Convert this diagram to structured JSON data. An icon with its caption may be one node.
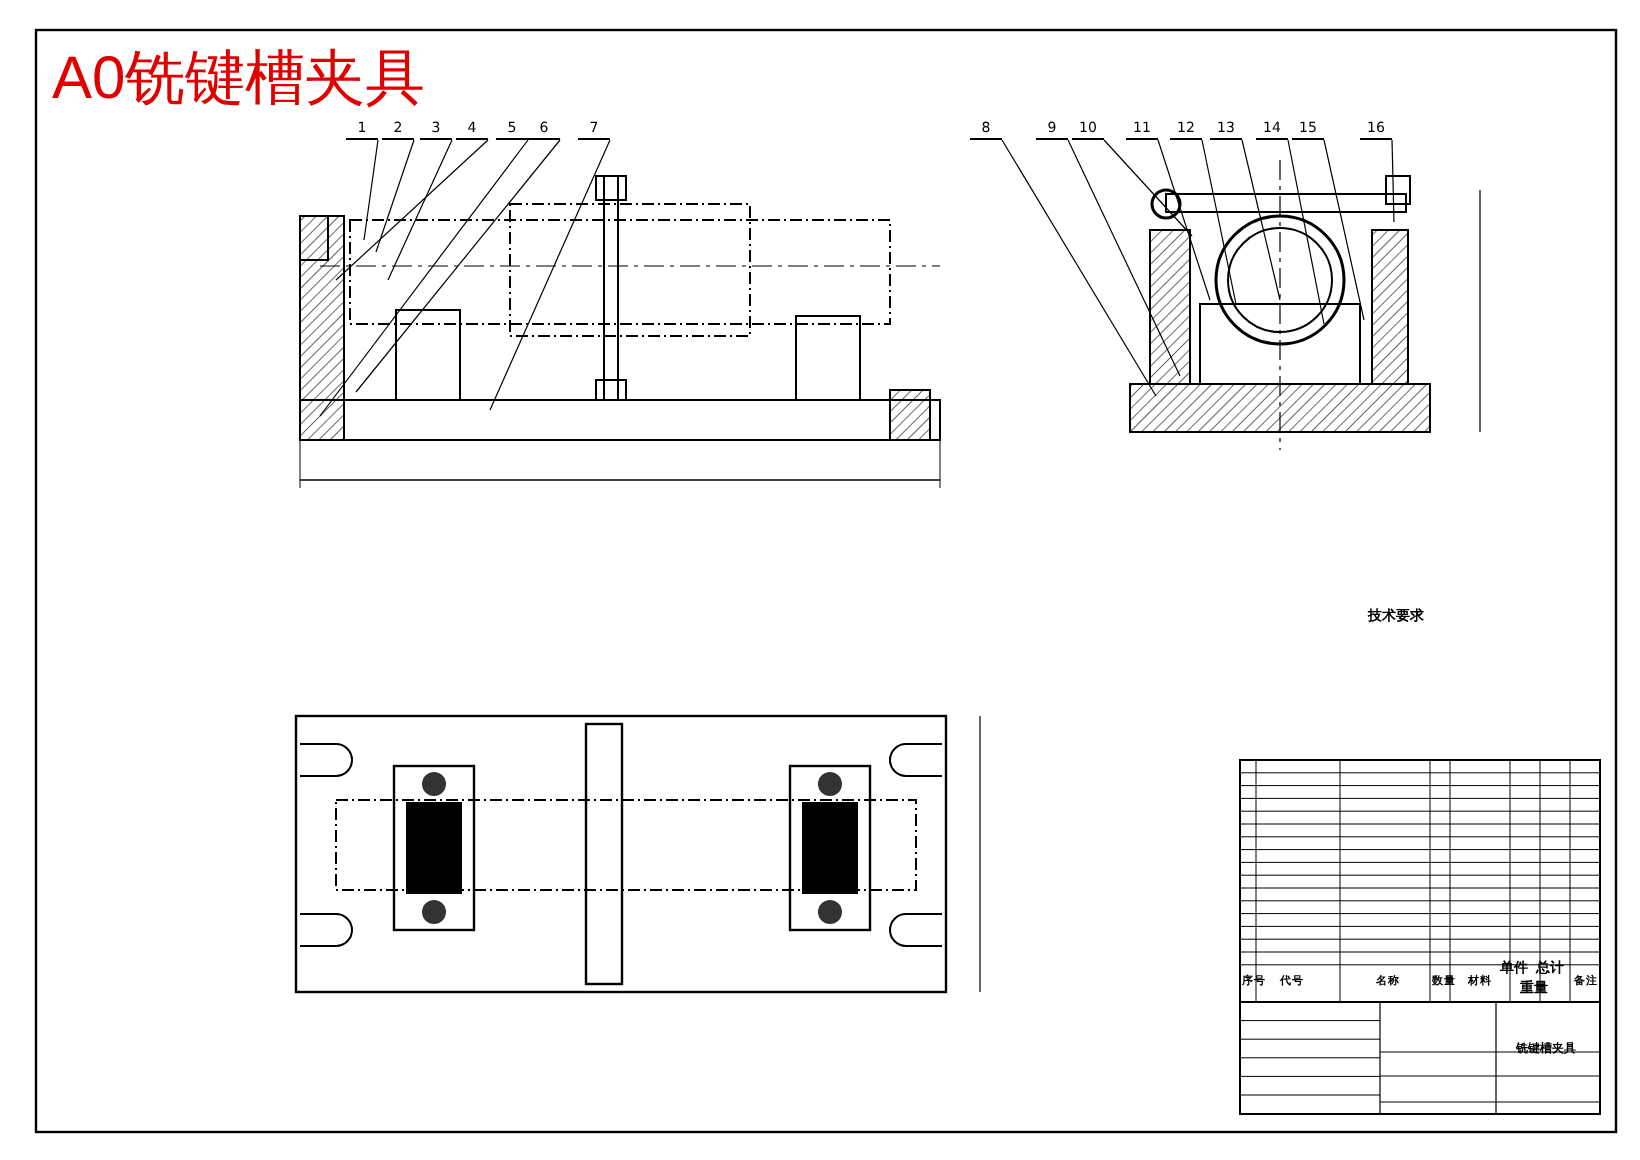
{
  "diagram": {
    "title": "A0铣键槽夹具",
    "nodes": [
      {
        "text": [
          "1"
        ]
      },
      {
        "text": [
          "2"
        ]
      },
      {
        "text": [
          "3"
        ]
      },
      {
        "text": [
          "4"
        ]
      },
      {
        "text": [
          "5"
        ]
      },
      {
        "text": [
          "6"
        ]
      },
      {
        "text": [
          "7"
        ]
      },
      {
        "text": [
          "8"
        ]
      },
      {
        "text": [
          "9"
        ]
      },
      {
        "text": [
          "10"
        ]
      },
      {
        "text": [
          "11"
        ]
      },
      {
        "text": [
          "12"
        ]
      },
      {
        "text": [
          "13"
        ]
      },
      {
        "text": [
          "14"
        ]
      },
      {
        "text": [
          "15"
        ]
      },
      {
        "text": [
          "16"
        ]
      }
    ],
    "edges": [
      {
        "from": 0,
        "to": null,
        "arrow": "none"
      },
      {
        "from": 1,
        "to": null,
        "arrow": "none"
      },
      {
        "from": 2,
        "to": null,
        "arrow": "none"
      },
      {
        "from": 3,
        "to": null,
        "arrow": "none"
      },
      {
        "from": 4,
        "to": null,
        "arrow": "none"
      },
      {
        "from": 5,
        "to": null,
        "arrow": "none"
      },
      {
        "from": 6,
        "to": null,
        "arrow": "none"
      },
      {
        "from": 7,
        "to": null,
        "arrow": "none"
      },
      {
        "from": 8,
        "to": null,
        "arrow": "none"
      },
      {
        "from": 9,
        "to": null,
        "arrow": "none"
      },
      {
        "from": 10,
        "to": null,
        "arrow": "none"
      },
      {
        "from": 11,
        "to": null,
        "arrow": "none"
      },
      {
        "from": 12,
        "to": null,
        "arrow": "none"
      },
      {
        "from": 13,
        "to": null,
        "arrow": "none"
      },
      {
        "from": 14,
        "to": null,
        "arrow": "none"
      },
      {
        "from": 15,
        "to": null,
        "arrow": "none"
      }
    ],
    "labels": [
      "技术要求",
      "序号",
      "代号",
      "名称",
      "数量",
      "材料",
      "单件",
      "总计",
      "重量",
      "备注",
      "铣键槽夹具"
    ]
  }
}
